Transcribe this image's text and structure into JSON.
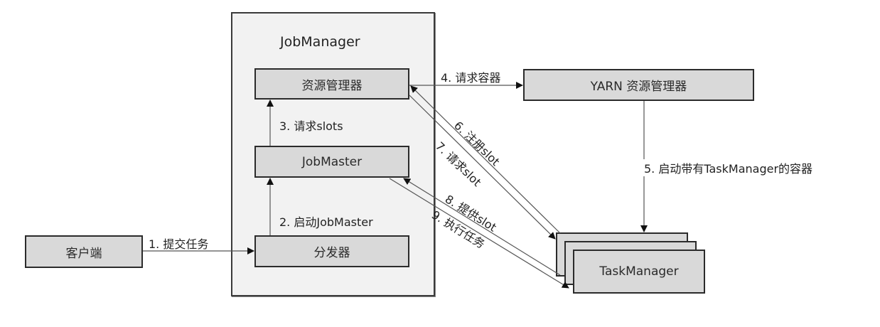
{
  "diagram": {
    "job_manager": {
      "title": "JobManager",
      "resource_manager": "资源管理器",
      "job_master": "JobMaster",
      "dispatcher": "分发器"
    },
    "client": "客户端",
    "yarn_resource_manager": "YARN 资源管理器",
    "task_manager": "TaskManager",
    "steps": {
      "s1": "1. 提交任务",
      "s2": "2. 启动JobMaster",
      "s3": "3. 请求slots",
      "s4": "4. 请求容器",
      "s5": "5. 启动带有TaskManager的容器",
      "s6": "6. 注册slot",
      "s7": "7. 请求slot",
      "s8": "8. 提供slot",
      "s9": "9. 执行任务"
    },
    "colors": {
      "box_fill": "#d9d9d9",
      "container_fill": "#f2f2f2",
      "stroke": "#2b2b2b"
    }
  }
}
